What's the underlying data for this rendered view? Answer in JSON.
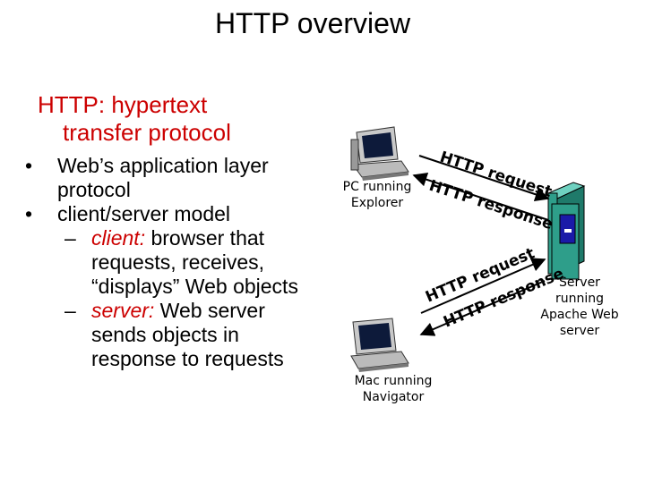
{
  "title": "HTTP overview",
  "heading": {
    "line1": "HTTP: hypertext",
    "line2": "transfer protocol"
  },
  "bullets": {
    "b1_l1": "Web’s application layer",
    "b1_l2": "protocol",
    "b2": "client/server model",
    "s1_keyword": "client:",
    "s1_l1_rest": " browser that",
    "s1_l2": "requests, receives,",
    "s1_l3": "“displays” Web objects",
    "s2_keyword": "server:",
    "s2_l1_rest": " Web server",
    "s2_l2": "sends objects in",
    "s2_l3": "response to requests"
  },
  "diagram": {
    "pc": {
      "line1": "PC running",
      "line2": "Explorer"
    },
    "mac": {
      "line1": "Mac running",
      "line2": "Navigator"
    },
    "server": {
      "line1": "Server",
      "line2": "running",
      "line3": "Apache Web",
      "line4": "server"
    },
    "top_request": "HTTP request",
    "top_response": "HTTP response",
    "bottom_request": "HTTP request",
    "bottom_response": "HTTP response"
  },
  "colors": {
    "heading": "#cc0000",
    "server_body": "#2e9e8a",
    "server_window": "#1a1aa8",
    "arrow": "#000000"
  },
  "icons": [
    "pc-computer-icon",
    "mac-computer-icon",
    "server-tower-icon"
  ]
}
